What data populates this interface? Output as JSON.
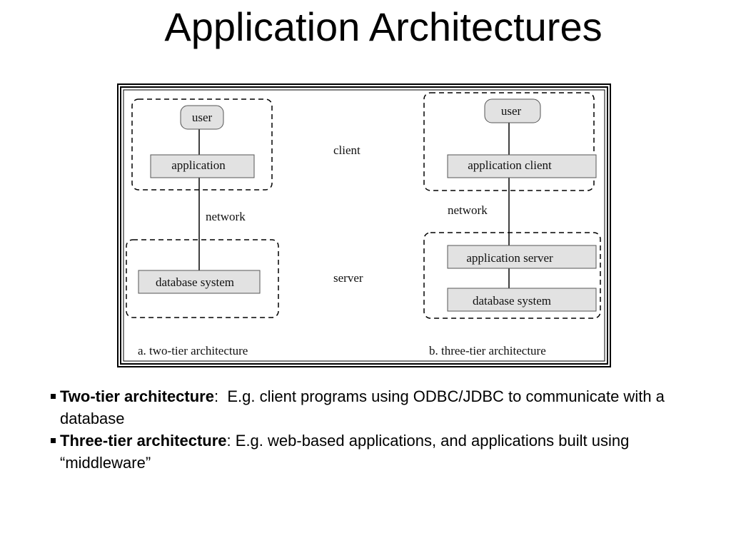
{
  "slide": {
    "title": "Application Architectures"
  },
  "diagram": {
    "two_tier": {
      "user": "user",
      "application": "application",
      "network": "network",
      "database": "database system",
      "caption": "a.  two-tier architecture"
    },
    "middle": {
      "client": "client",
      "server": "server"
    },
    "three_tier": {
      "user": "user",
      "application_client": "application client",
      "network": "network",
      "application_server": "application server",
      "database": "database system",
      "caption": "b.  three-tier architecture"
    },
    "colors": {
      "box_fill": "#e2e2e2",
      "box_stroke": "#555555",
      "frame": "#000000"
    }
  },
  "bullets": [
    {
      "term": "Two-tier architecture",
      "separator": ":",
      "text": "  E.g. client programs using ODBC/JDBC to communicate with a database"
    },
    {
      "term": "Three-tier architecture",
      "separator": ":",
      "text": " E.g. web-based applications, and applications built using “middleware”"
    }
  ]
}
